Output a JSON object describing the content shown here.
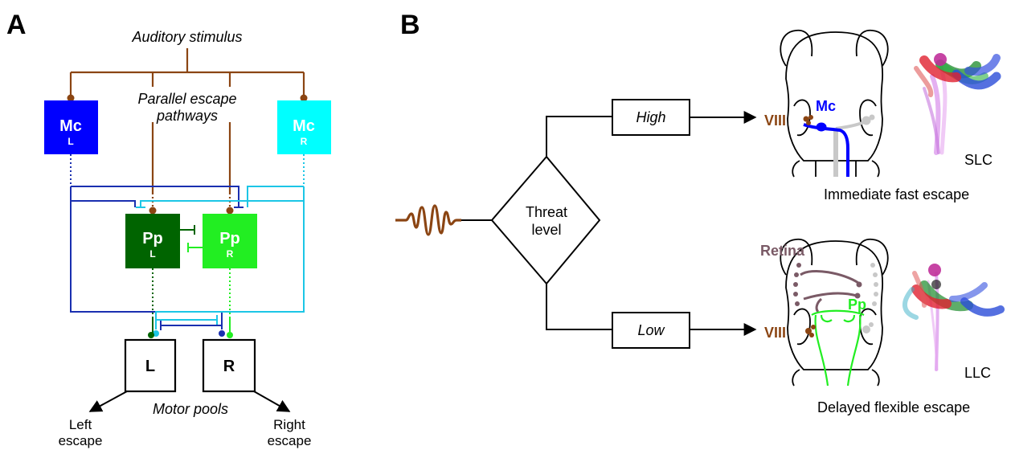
{
  "panelA": {
    "letter": "A",
    "stimulus": "Auditory stimulus",
    "parallel_line1": "Parallel escape",
    "parallel_line2": "pathways",
    "mcL": {
      "main": "Mc",
      "sub": "L"
    },
    "mcR": {
      "main": "Mc",
      "sub": "R"
    },
    "ppL": {
      "main": "Pp",
      "sub": "L"
    },
    "ppR": {
      "main": "Pp",
      "sub": "R"
    },
    "motorL": "L",
    "motorR": "R",
    "motor_pools": "Motor pools",
    "left_escape": [
      "Left",
      "escape"
    ],
    "right_escape": [
      "Right",
      "escape"
    ]
  },
  "panelB": {
    "letter": "B",
    "threat": [
      "Threat",
      "level"
    ],
    "high": "High",
    "low": "Low",
    "top_viii": "VIII",
    "top_mc": "Mc",
    "slc": "SLC",
    "immediate": "Immediate fast escape",
    "retina": "Retina",
    "bottom_pp": "Pp",
    "bottom_viii": "VIII",
    "llc": "LLC",
    "delayed": "Delayed flexible escape"
  },
  "colors": {
    "stimulus": "#8B4513",
    "mcL": "#0000FF",
    "mcR": "#00FFFF",
    "ppL": "#006400",
    "ppR": "#22EE22",
    "inhibL": "#1A2FB0",
    "inhibR": "#1CC6E6",
    "retina": "#7A5A66",
    "outline": "#000000",
    "neutral_gray": "#C8C8C8"
  }
}
